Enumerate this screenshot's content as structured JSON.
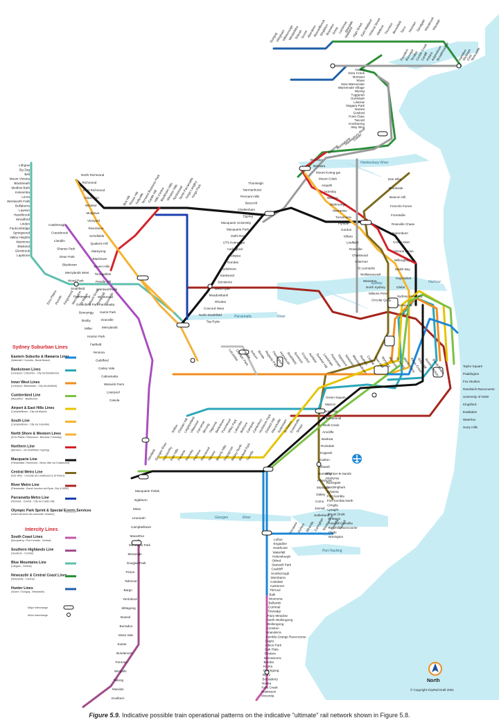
{
  "legend": {
    "suburban_title": "Sydney Suburban Lines",
    "intercity_title": "Intercity Lines",
    "suburban": [
      {
        "name": "Eastern Suburbs & Illawarra Lines",
        "sub": "(Waterfall / Cronulla - Bondi Beach)",
        "color": "#1d86d6"
      },
      {
        "name": "Bankstown Lines",
        "sub": "(Liverpool / Lidcombe - City via Bankstown)",
        "color": "#2aa6b8"
      },
      {
        "name": "Inner West Lines",
        "sub": "(Liverpool / Bankstown - City via Ashfield)",
        "color": "#f08c1e"
      },
      {
        "name": "Cumberland Line",
        "sub": "(Macarthur - Blacktown)",
        "color": "#7ac143"
      },
      {
        "name": "Airport & East Hills Lines",
        "sub": "(Campbelltown - City via Airport)",
        "color": "#e7c300"
      },
      {
        "name": "South Line",
        "sub": "(Campbelltown - City via Granville)",
        "color": "#f6b430"
      },
      {
        "name": "North Shore & Western Lines",
        "sub": "(Emu Plains / Richmond - Berowra / Hornsby)",
        "color": "#f3b23c"
      },
      {
        "name": "Northern Line",
        "sub": "(Berowra - via Strathfield / Epping)",
        "color": "#d2232a"
      },
      {
        "name": "Macquarie Line",
        "sub": "(Parramatta / Richmond - Mona Vale via Chatswood)",
        "color": "#111111"
      },
      {
        "name": "Central Metro Line",
        "sub": "(Dee Why - Cronulla via Chatswood & St Peters)",
        "color": "#7d6a1c"
      },
      {
        "name": "River Metro Line",
        "sub": "(Parramatta - Bondi Junction via Ryde, City & NSW)",
        "color": "#a5241d"
      },
      {
        "name": "Parramatta Metro Line",
        "sub": "(Norwest - Central - City via Castle Hill)",
        "color": "#1b3fb0"
      },
      {
        "name": "Olympic Park Sprint & Special Events Services",
        "sub": "(Direct services via Lidcombe Junction)",
        "color": "#bdbdbd"
      }
    ],
    "intercity": [
      {
        "name": "South Coast Lines",
        "sub": "(Bomaderry / Port Kembla - Central)",
        "color": "#c657a8"
      },
      {
        "name": "Southern Highlands Line",
        "sub": "(Goulburn - Central)",
        "color": "#a24c8a"
      },
      {
        "name": "Blue Mountains Line",
        "sub": "(Lithgow - Central)",
        "color": "#5dbfae"
      },
      {
        "name": "Newcastle & Central Coast Lines",
        "sub": "(Newcastle - Central)",
        "color": "#2d8f3b"
      },
      {
        "name": "Hunter Lines",
        "sub": "(Scone / Dungog - Newcastle)",
        "color": "#1d5fa8"
      }
    ],
    "major_interchange": "Major Interchange",
    "minor_interchange": "Minor Interchange"
  },
  "water": {
    "hawkesbury": "Hawkesbury River",
    "harbour": "Harbour",
    "sydney": "Sydney",
    "parramatta": "Parramatta",
    "river": "River",
    "georges": "Georges",
    "georges_river": "River",
    "port_hacking": "Port Hacking"
  },
  "north_label": "North",
  "copyright": "© Copyright CityRail Draft 2001",
  "caption": {
    "fig": "Figure 5.9.",
    "text": " Indicative possible train operational patterns on the indicative \"ultimate\" rail network shown in Figure 5.8."
  },
  "stations": {
    "n_hunter": [
      "Dungog",
      "Wingham",
      "Hillsborough",
      "Mindaribba",
      "Telarah",
      "Scone",
      "Aberdeen",
      "Muswellbrook",
      "Singleton",
      "Branxton",
      "Greta",
      "Lochinvar",
      "Allandale"
    ],
    "maitland_east": [
      "Maitland",
      "High Street",
      "East Maitland",
      "Victoria Street",
      "Metford",
      "Thornton",
      "Beresfield",
      "Tarro",
      "Hexham",
      "Sandgate",
      "Warabrook",
      "Waratah"
    ],
    "newcastle": [
      "Hamilton",
      "Wickham",
      "Civic",
      "Newcastle"
    ],
    "cc_north": [
      "Fassifern",
      "Booragul",
      "Teralba",
      "Cockle Creek",
      "Cardiff",
      "Kotara",
      "Adamstown",
      "Broadmeadow"
    ],
    "central_coast": [
      "Awaba",
      "Dora Creek",
      "Morisset",
      "Wyee",
      "New Warnervale",
      "Warnervale Village",
      "Wyong",
      "Tuggerah",
      "Ourimbah",
      "Lisarow",
      "Niagara Park",
      "Narara",
      "Gosford",
      "Point Clare",
      "Tascott",
      "Koolewong",
      "Woy Woy"
    ],
    "hawkesbury_line": [
      "Ettalong",
      "Wondabyne",
      "Hawkesbury River",
      "Cowan"
    ],
    "north_upper": [
      "Brooklyn",
      "Berowra",
      "Mount Kuring-gai",
      "Mount Colah",
      "Asquith",
      "Hornsby",
      "Waitara",
      "Wahroonga",
      "Warrawee",
      "Turramurra",
      "Pymble",
      "Gordon",
      "Killara",
      "Lindfield",
      "Roseville",
      "Chatswood",
      "Artarmon",
      "St Leonards",
      "Wollstonecraft",
      "Waverton",
      "North Sydney",
      "Milsons Point",
      "Circular Quay"
    ],
    "blue_mountains": [
      "Lithgow",
      "Zig Zag",
      "Bell",
      "Mount Victoria",
      "Blackheath",
      "Medlow Bath",
      "Katoomba",
      "Leura",
      "Wentworth Falls",
      "Bullaburra",
      "Lawson",
      "Hazelbrook",
      "Woodford",
      "Linden",
      "Faulconbridge",
      "Springwood",
      "Valley Heights",
      "Warrimoo",
      "Blaxland",
      "Glenbrook",
      "Lapstone"
    ],
    "west_upper": [
      "North Richmond",
      "Richmond",
      "East Richmond",
      "Clarendon",
      "Windsor",
      "Mulgrave",
      "Vineyard",
      "Riverstone",
      "Schofields",
      "Quakers Hill",
      "Marayong",
      "Blacktown",
      "Seven Hills",
      "Toongabbie",
      "Pendle Hill",
      "Wentworthville",
      "Westmead",
      "Parramatta",
      "Harris Park",
      "Granville",
      "Merrylands"
    ],
    "penrith_line": [
      "Emu Plains",
      "Penrith",
      "Kingswood",
      "Werrington",
      "St Marys",
      "Mount Druitt",
      "Rooty Hill",
      "Doonside"
    ],
    "castle_hill": [
      "Box Hill",
      "Rouse Hill",
      "Kellyville",
      "Norwest Business Park",
      "Castle Hill",
      "Hills Centre",
      "Baulkham Hills",
      "Winston Hills",
      "Northmead",
      "North Parramatta",
      "Kings Langley",
      "Kings Park"
    ],
    "cumberland": [
      "Castlereagh",
      "Cranebrook",
      "Llandilo",
      "Shanes Park",
      "Dean Park",
      "Blacktown",
      "Merrylands West",
      "Wood Park",
      "Smithfield",
      "Prairiewood",
      "Greenfield Park",
      "Bonnyrigg",
      "Busby",
      "Miller",
      "Hoxton Park",
      "Fairfield",
      "Yennora",
      "Guildford",
      "Carley Vale",
      "Cabramatta",
      "Warwick Farm",
      "Liverpool",
      "Casula"
    ],
    "epping": [
      "Thornleigh",
      "Normanhurst",
      "Pennant Hills",
      "Beecroft",
      "Cheltenham",
      "Epping",
      "Macquarie University",
      "Macquarie Park",
      "Delhi Road",
      "UTS Kuring-gai",
      "Carlingford",
      "Telopea",
      "Dundas",
      "Rydalmere",
      "Eastwood",
      "Denistone",
      "West Ryde",
      "Meadowbank",
      "Rhodes",
      "Concord West",
      "North Strathfield",
      "Top Ryde"
    ],
    "inner": [
      "Lidcombe",
      "Olympic Park",
      "Pippita",
      "Auburn",
      "Berala",
      "Regents Park",
      "Flemington",
      "Homebush",
      "Strathfield",
      "Burwood",
      "Croydon",
      "Ashfield",
      "Summer Hill",
      "Lewisham",
      "Petersham",
      "Stanmore",
      "Newtown",
      "Macdonaldtown",
      "Redfern",
      "Central",
      "Town Hall",
      "Wynyard",
      "Museum",
      "St James",
      "Martin Place",
      "Kings Cross",
      "Edgecliff",
      "Bondi Junction",
      "Bondi Beach"
    ],
    "bankstown": [
      "Sefton",
      "Chester Hill",
      "Leightonfield",
      "Villawood",
      "Carramar",
      "Birrong",
      "Yagoona",
      "Bankstown",
      "Punchbowl",
      "Wiley Park",
      "Lakemba",
      "Belmore",
      "Campsie",
      "Canterbury",
      "Hurlstone Park",
      "Dulwich Hill",
      "Marrickville",
      "Sydenham",
      "St Peters",
      "Erskineville",
      "Tempe"
    ],
    "airport": [
      "Green Square",
      "Mascot",
      "Domestic",
      "International",
      "Wolli Creek",
      "Arncliffe",
      "Banksia",
      "Rockdale",
      "Kogarah",
      "Carlton",
      "Allawah",
      "Hurstville",
      "Penshurst",
      "Mortdale",
      "Oatley",
      "Como",
      "Jannali",
      "Sutherland"
    ],
    "east_hills": [
      "Glenfield",
      "Georges River",
      "Holsworthy",
      "East Hills",
      "Panania",
      "Revesby",
      "Padstow",
      "Riverwood",
      "Narwee",
      "Beverly Hills",
      "Kingsgrove",
      "Bexley North",
      "Bardwell Park",
      "Turrella"
    ],
    "south": [
      "Macquarie Fields",
      "Ingleburn",
      "Minto",
      "Leumeah",
      "Campbelltown",
      "Macarthur",
      "Menangle Park",
      "Menangle",
      "Douglas Park",
      "Picton",
      "Tahmoor",
      "Bargo",
      "Yerrinbool",
      "Mittagong",
      "Bowral",
      "Burradoo",
      "Moss Vale",
      "Exeter",
      "Bundanoon",
      "Penrose",
      "Wingello",
      "Tallong",
      "Marulan",
      "Goulburn"
    ],
    "illawarra": [
      "Loftus",
      "Engadine",
      "Heathcote",
      "Waterfall",
      "Helensburgh",
      "Otford",
      "Stanwell Park",
      "Coalcliff",
      "Scarborough",
      "Wombarra",
      "Coledale",
      "Austinmer",
      "Thirroul",
      "Bulli",
      "Woonona",
      "Bellambi",
      "Corrimal",
      "Towradgi",
      "Fairy Meadow",
      "North Wollongong",
      "Wollongong",
      "Coniston",
      "Unanderra",
      "Kembla Grange Racecourse",
      "Dapto",
      "Albion Park",
      "Oak Flats",
      "Flinders",
      "Minnamurra",
      "Bombo",
      "Kiama",
      "Gerringong",
      "Berry",
      "Bomaderry",
      "Nowra",
      "Falls Creek",
      "Huskisson",
      "Vincentia"
    ],
    "cronulla": [
      "Kirrawee",
      "Gymea",
      "Miranda",
      "Caringbah",
      "Woolooware",
      "Cronulla",
      "Kurnell"
    ],
    "east": [
      "Taylor Square",
      "Paddington",
      "Fox Studios",
      "Randwick Racecourse",
      "University of NSW",
      "Kingsford",
      "Eastlakes",
      "Waterloo",
      "Surry Hills"
    ],
    "northern_beaches": [
      "Dee Why",
      "Brookvale",
      "Beacon Hill",
      "Frenchs Forest",
      "Forestville",
      "Roseville Chase",
      "Naremburn",
      "Crows Nest",
      "Victoria Cross",
      "Willoughby",
      "Walsh Bay",
      "Haymarket",
      "Glebe",
      "Sydney University",
      "Sussex St",
      "Ultimo"
    ],
    "misc": [
      "Brighton-le-Sands",
      "Monterey",
      "Ramsgate",
      "Sandringham",
      "Sylvania",
      "Port Kembla",
      "Port Kembla North",
      "Cringila",
      "Lysaght",
      "Mount Druitt",
      "St Marys",
      "Rosehill Camellia",
      "Rosehill Racecourse",
      "Clyde",
      "Ermington"
    ]
  },
  "colors": {
    "water": "#c7ecf4",
    "water_hatch": "#a9dceb"
  }
}
